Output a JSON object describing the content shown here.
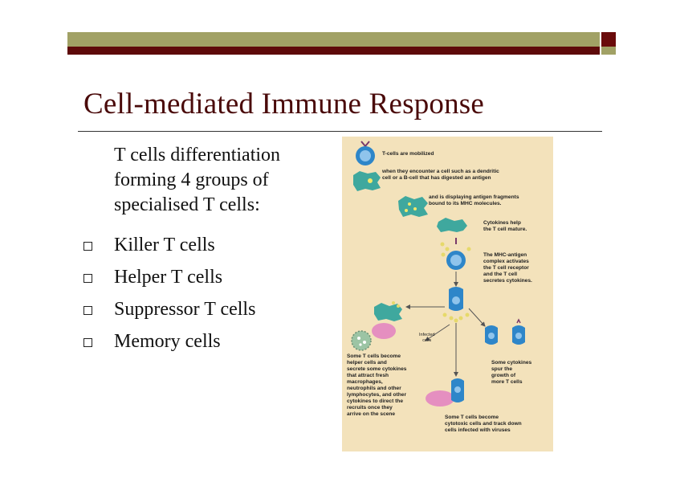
{
  "title": "Cell-mediated Immune Response",
  "intro": "T cells differentiation forming 4 groups of specialised T cells:",
  "bullets": [
    "Killer T cells",
    "Helper T cells",
    "Suppressor T cells",
    "Memory cells"
  ],
  "figure": {
    "captions": {
      "mobilized": "T-cells are mobilized",
      "encounter": "when they encounter a cell such as a dendritic\n   cell or a B-cell that has digested an antigen",
      "fragments": "and is displaying antigen fragments\n   bound to its MHC molecules.",
      "cytokines_help": "Cytokines help\nthe T cell mature.",
      "mhc": "The MHC-antigen\ncomplex activates\nthe T cell receptor\nand the T cell\nsecretes cytokines.",
      "infected": "Infected\ncells",
      "helper": "Some T cells become\nhelper cells and\nsecrete some cytokines\nthat attract fresh\nmacrophages,\nneutrophils and other\nlymphocytes, and other\ncytokines to direct the\nrecruits once they\narrive on the scene",
      "spur": "Some cytokines\nspur the\ngrowth of\nmore T cells",
      "cytotoxic": "Some T cells become\ncytotoxic cells and track down\ncells infected with viruses"
    }
  },
  "colors": {
    "band_olive": "#a1a165",
    "band_maroon": "#5e0a0a",
    "title": "#4a0a0a",
    "figure_bg": "#f3e2bb",
    "tcell_blue": "#2e86c9",
    "dendritic_teal": "#3fa89e",
    "infected_pink": "#e58fc0"
  }
}
